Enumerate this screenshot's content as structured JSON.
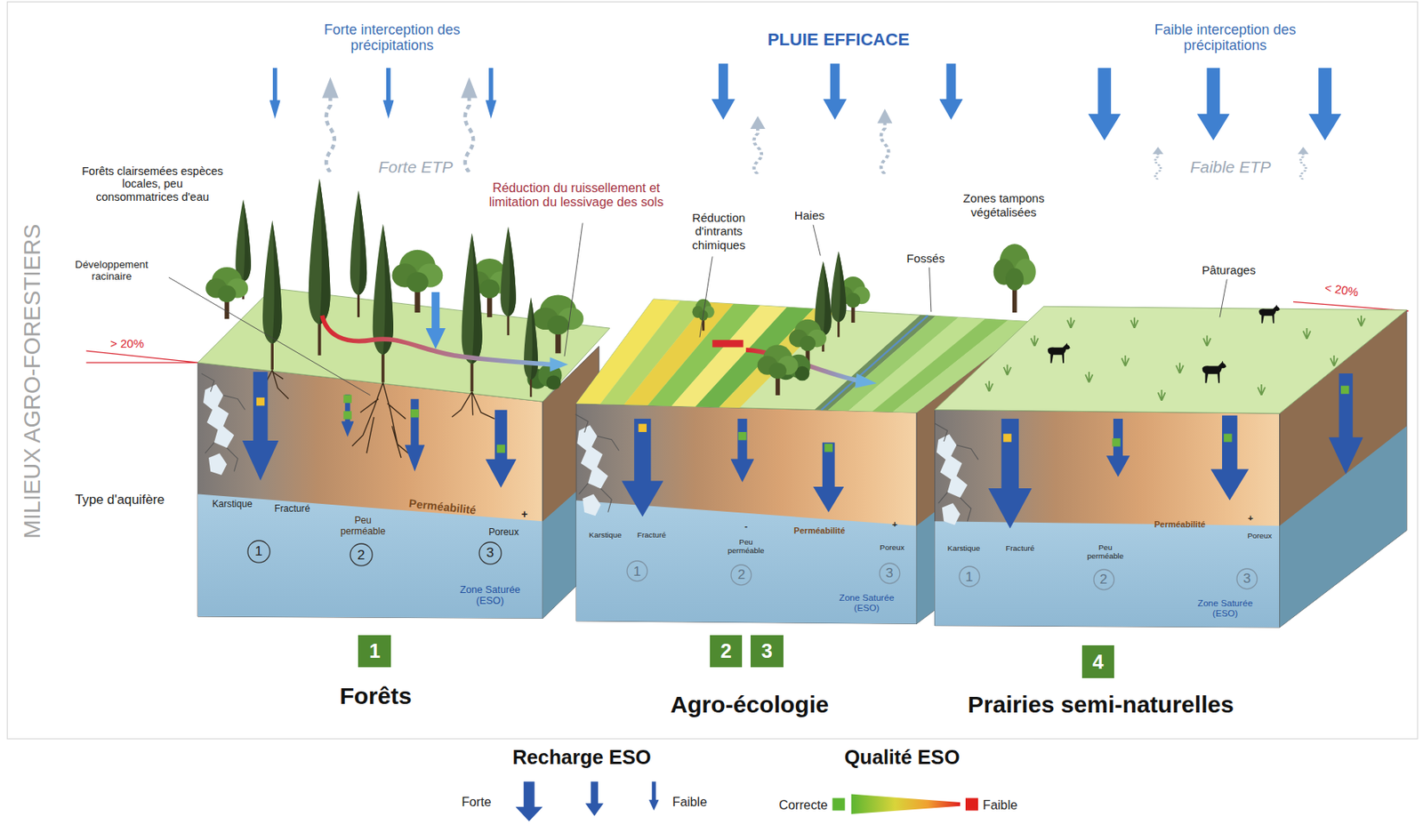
{
  "diagram": {
    "nodes": [
      {
        "text": [
          "1"
        ]
      },
      {
        "text": [
          "2"
        ]
      },
      {
        "text": [
          "3"
        ]
      },
      {
        "text": [
          "1"
        ]
      },
      {
        "text": [
          "2"
        ]
      },
      {
        "text": [
          "3"
        ]
      },
      {
        "text": [
          "1"
        ]
      },
      {
        "text": [
          "2"
        ]
      },
      {
        "text": [
          "3"
        ]
      },
      {
        "text": [
          "1"
        ]
      },
      {
        "text": [
          "2"
        ]
      },
      {
        "text": [
          "3"
        ]
      },
      {
        "text": [
          "4"
        ]
      }
    ],
    "labels": [
      "MILIEUX AGRO-FORESTIERS",
      "Forte interception des précipitations",
      "Forte ETP",
      "PLUIE EFFICACE",
      "Faible interception des précipitations",
      "Faible ETP",
      "Forêts clairsemées espèces locales, peu consommatrices d'eau",
      "Développement racinaire",
      "> 20%",
      "Réduction du ruissellement et limitation du lessivage des sols",
      "Réduction d'intrants chimiques",
      "Haies",
      "Fossés",
      "Zones tampons végétalisées",
      "Pâturages",
      "< 20%",
      "Type d'aquifère",
      "Karstique",
      "Fracturé",
      "Peu perméable",
      "Perméabilité",
      "+",
      "Poreux",
      "Zone Saturée (ESO)",
      "Karstique",
      "Fracturé",
      "-",
      "Peu perméable",
      "Perméabilité",
      "+",
      "Poreux",
      "Zone Saturée (ESO)",
      "Karstique",
      "Fracturé",
      "Peu perméable",
      "Perméabilité",
      "+",
      "Poreux",
      "Zone Saturée (ESO)",
      "Forêts",
      "Agro-écologie",
      "Prairies semi-naturelles",
      "Recharge ESO",
      "Qualité ESO"
    ],
    "legend": [
      {
        "text": "Forte"
      },
      {
        "text": "Faible"
      },
      {
        "text": "Correcte",
        "color": "#5cb531"
      },
      {
        "text": "Faible",
        "color": "#e0201b"
      }
    ]
  }
}
